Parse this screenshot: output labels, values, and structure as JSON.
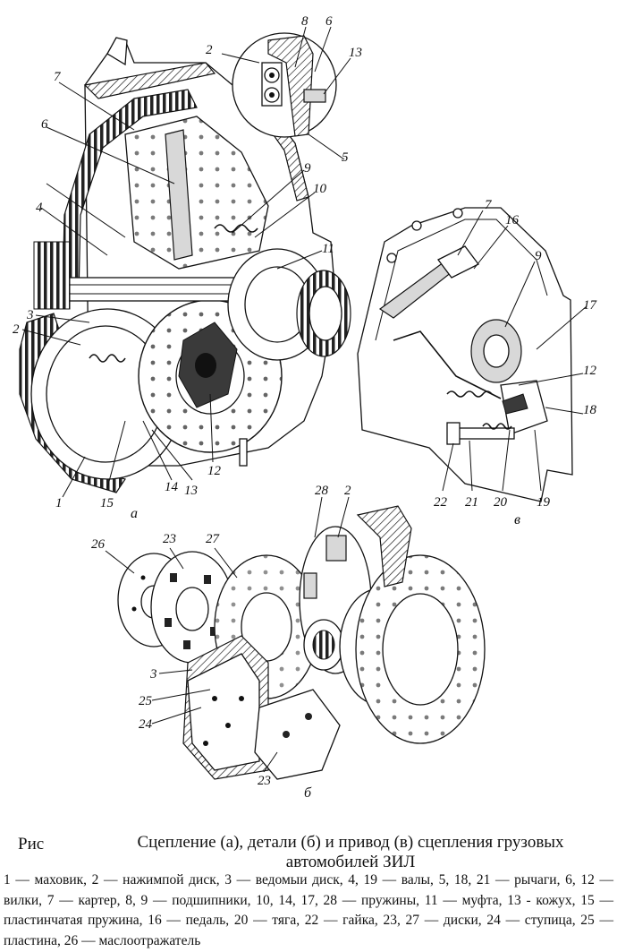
{
  "figure": {
    "callouts_a": [
      "2",
      "8",
      "6",
      "13",
      "7",
      "6",
      "5",
      "9",
      "10",
      "4",
      "11",
      "3",
      "2",
      "1",
      "15",
      "14",
      "13",
      "12"
    ],
    "callouts_v": [
      "7",
      "16",
      "9",
      "17",
      "12",
      "18",
      "22",
      "21",
      "20",
      "19"
    ],
    "callouts_b": [
      "28",
      "2",
      "26",
      "23",
      "27",
      "3",
      "25",
      "24",
      "23"
    ],
    "subfig_a": "а",
    "subfig_b": "б",
    "subfig_v": "в"
  },
  "caption": {
    "prefix": "Рис",
    "title": "Сцепление (а), детали (б) и привод (в) сцепления грузовых автомобилей ЗИЛ"
  },
  "legend": {
    "text": "1 — маховик, 2 — нажимпой диск, 3 — ведомыи диск, 4, 19 — валы, 5, 18, 21 — рычаги, 6, 12 — вилки, 7 — картер, 8, 9 — подшипники, 10, 14, 17, 28 — пружины, 11 — муфта, 13 - кожух, 15 — пластинчатая пружина, 16 — педаль, 20 — тяга, 22 — гайка, 23, 27 — диски, 24 — ступица, 25 — пластина, 26 — маслоотражатель"
  }
}
